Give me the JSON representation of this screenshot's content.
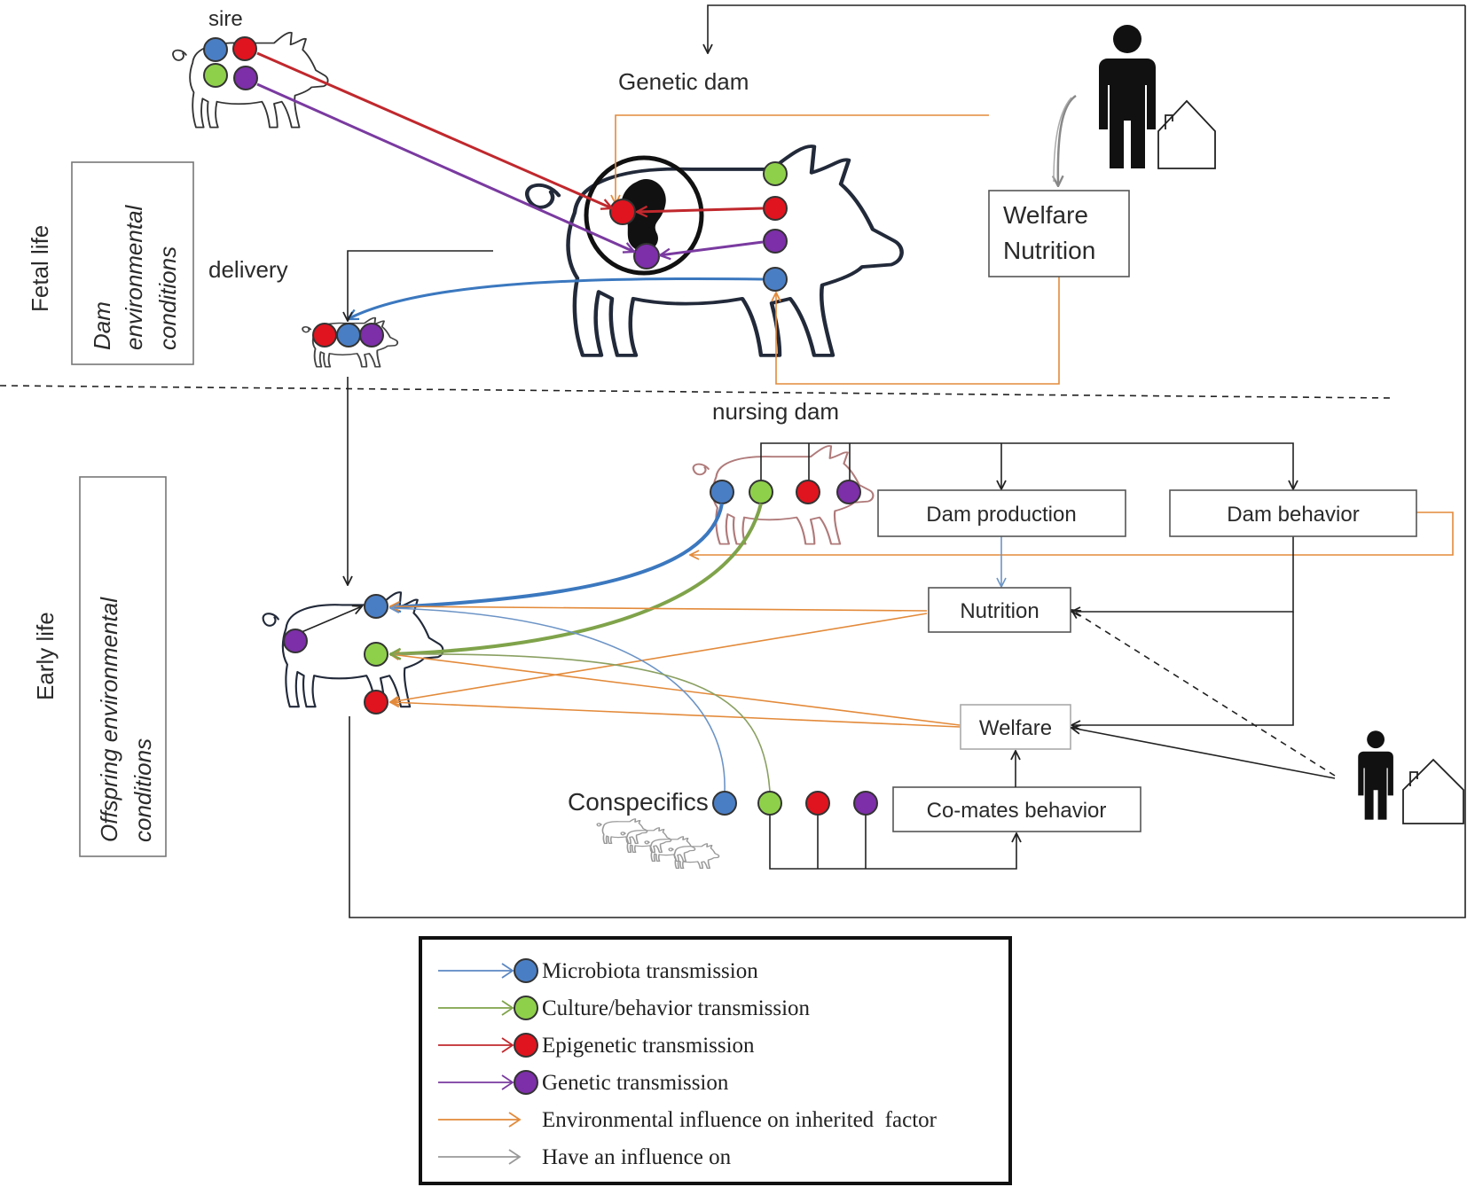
{
  "labels": {
    "sire": "sire",
    "genetic_dam": "Genetic dam",
    "delivery": "delivery",
    "fetal_life": "Fetal life",
    "early_life": "Early  life",
    "dam_env": [
      "Dam",
      "environmental",
      "conditions"
    ],
    "offspring_env": [
      "Offspring environmental",
      "conditions"
    ],
    "nursing_dam": "nursing dam",
    "conspecifics": "Conspecifics"
  },
  "boxes": {
    "welfare_nutrition": [
      "Welfare",
      "Nutrition"
    ],
    "dam_production": "Dam production",
    "dam_behavior": "Dam behavior",
    "nutrition": "Nutrition",
    "welfare": "Welfare",
    "comates_behavior": "Co-mates behavior"
  },
  "legend": [
    {
      "text": "Microbiota transmission",
      "color": "#5b87c2",
      "marker": "#4a7ec4"
    },
    {
      "text": "Culture/behavior transmission",
      "color": "#7fa34a",
      "marker": "#8fd04a"
    },
    {
      "text": "Epigenetic transmission",
      "color": "#c0282d",
      "marker": "#e0141e"
    },
    {
      "text": "Genetic transmission",
      "color": "#7a3aa0",
      "marker": "#7c2fa8"
    },
    {
      "text": "Environmental influence on inherited  factor",
      "color": "#e38a3a",
      "marker": ""
    },
    {
      "text": "Have an influence on",
      "color": "#999999",
      "marker": ""
    }
  ],
  "colors": {
    "microbiota": "#4a7ec4",
    "culture": "#8fd04a",
    "epigenetic": "#e0141e",
    "genetic": "#7c2fa8",
    "environmental": "#e38a3a",
    "influence": "#888888",
    "black": "#222222"
  },
  "icons": [
    "pig-icon",
    "person-icon",
    "house-icon",
    "fetus-icon"
  ]
}
